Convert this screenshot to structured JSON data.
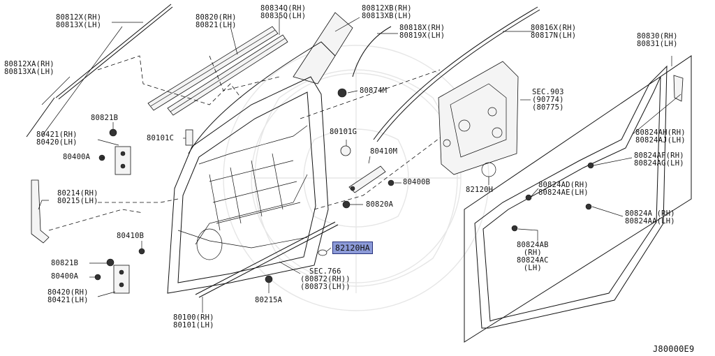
{
  "diagram_id": "J80000E9",
  "highlighted_part": "82120HA",
  "labels": {
    "p80812x": [
      "80812X(RH)",
      "80813X(LH)"
    ],
    "p80812xa": [
      "80812XA(RH)",
      "80813XA(LH)"
    ],
    "p80820": [
      "80820(RH)",
      "80821(LH)"
    ],
    "p80834q": [
      "80834Q(RH)",
      "80835Q(LH)"
    ],
    "p80812xb": [
      "80812XB(RH)",
      "80813XB(LH)"
    ],
    "p80818x": [
      "80818X(RH)",
      "80819X(LH)"
    ],
    "p80816x": [
      "80816X(RH)",
      "80817N(LH)"
    ],
    "p80830": [
      "80830(RH)",
      "80831(LH)"
    ],
    "p80874m": [
      "80874M"
    ],
    "sec903": [
      "SEC.903",
      "(90774)",
      "(80775)"
    ],
    "p80821b_top": [
      "80821B"
    ],
    "p80421": [
      "80421(RH)",
      "80420(LH)"
    ],
    "p80400a_top": [
      "80400A"
    ],
    "p80101c": [
      "80101C"
    ],
    "p80101g": [
      "80101G"
    ],
    "p80410m": [
      "80410M"
    ],
    "p80400b": [
      "80400B"
    ],
    "p82120h": [
      "82120H"
    ],
    "p80820a": [
      "80820A"
    ],
    "p80214": [
      "80214(RH)",
      "80215(LH)"
    ],
    "p80410b": [
      "80410B"
    ],
    "p82120ha": [
      "82120HA"
    ],
    "p80821b_bot": [
      "80821B"
    ],
    "p80400a_bot": [
      "80400A"
    ],
    "p80420": [
      "80420(RH)",
      "80421(LH)"
    ],
    "sec766": [
      "SEC.766",
      "(80872(RH))",
      "(80873(LH))"
    ],
    "p80215a": [
      "80215A"
    ],
    "p80100": [
      "80100(RH)",
      "80101(LH)"
    ],
    "p80824ah": [
      "80824AH(RH)",
      "80824AJ(LH)"
    ],
    "p80824af": [
      "80824AF(RH)",
      "80824AG(LH)"
    ],
    "p80824ad": [
      "80824AD(RH)",
      "80824AE(LH)"
    ],
    "p80824a": [
      "80824A (RH)",
      "80824AA(LH)"
    ],
    "p80824ab": [
      "80824AB",
      "(RH)",
      "80824AC",
      "(LH)"
    ]
  },
  "colors": {
    "highlight_fill": "#8c9ad8",
    "highlight_border": "#26307a",
    "line": "#111111",
    "watermark": "#e6e6e6"
  }
}
